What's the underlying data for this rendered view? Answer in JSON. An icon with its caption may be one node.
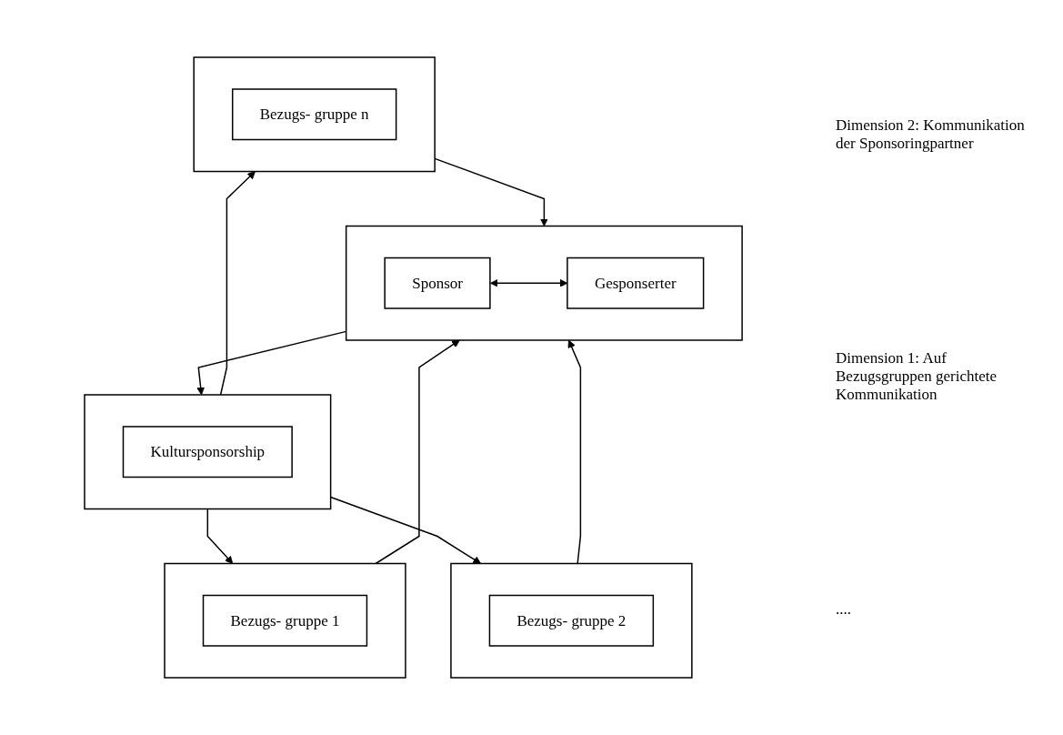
{
  "diagram": {
    "nodes": [
      {
        "text": [],
        "shape": "box"
      },
      {
        "text": [
          "Sponsor"
        ],
        "in": 0
      },
      {
        "text": [
          "Gesponserter"
        ],
        "in": 0
      },
      {
        "text": [],
        "shape": "box"
      },
      {
        "text": [
          "Kultursponsorship"
        ],
        "in": 3
      },
      {
        "text": [],
        "shape": "box"
      },
      {
        "text": [
          "Bezugs- gruppe 1"
        ],
        "in": 5
      },
      {
        "text": [],
        "shape": "box"
      },
      {
        "text": [
          "Bezugs- gruppe 2"
        ],
        "in": 7
      },
      {
        "text": [],
        "shape": "box"
      },
      {
        "text": [
          "Bezugs- gruppe n"
        ],
        "in": 9
      }
    ],
    "edges": [
      {
        "from": 1,
        "to": 2,
        "arrow": "both"
      },
      {
        "from": 0,
        "to": 3,
        "arrow": "to"
      },
      {
        "from": 3,
        "to": 5,
        "arrow": "to"
      },
      {
        "from": 3,
        "to": 7,
        "arrow": "to"
      },
      {
        "from": 3,
        "to": 9,
        "arrow": "to"
      },
      {
        "from": 5,
        "to": 0,
        "arrow": "to"
      },
      {
        "from": 7,
        "to": 0,
        "arrow": "to"
      },
      {
        "from": 9,
        "to": 0,
        "arrow": "to"
      }
    ],
    "labels": [
      "Dimension 2: Kommunikation der Sponsoringpartner",
      "Dimension 1: Auf Bezugsgruppen gerichtete Kommunikation",
      "...."
    ]
  }
}
